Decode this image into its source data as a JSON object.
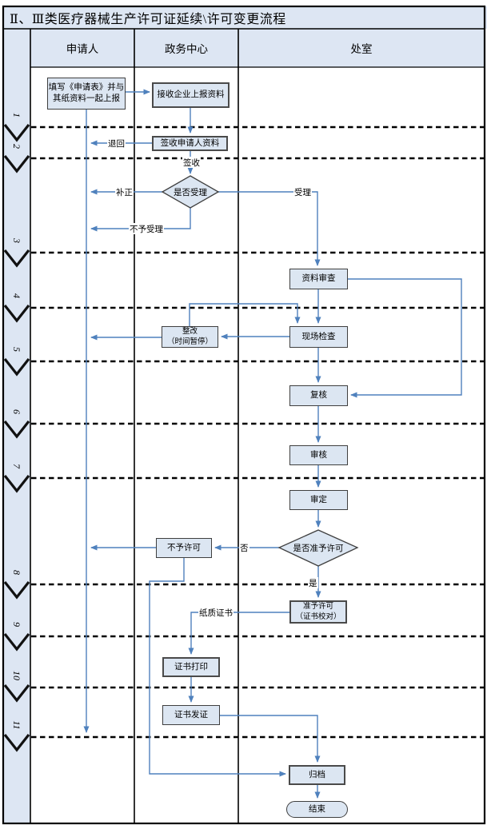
{
  "title": "Ⅱ、Ⅲ类医疗器械生产许可证延续\\许可变更流程",
  "lanes": {
    "applicant": "申请人",
    "service_center": "政务中心",
    "department": "处室"
  },
  "section_numbers": [
    "1",
    "2",
    "3",
    "4",
    "5",
    "6",
    "7",
    "8",
    "9",
    "10",
    "11"
  ],
  "nodes": {
    "apply": "填写《申请表》并与其纸资料一起上报",
    "receive": "接收企业上报资料",
    "sign_in": "签收申请人资料",
    "accept_decision": "是否受理",
    "doc_review": "资料审查",
    "rectify": "整改\n（时间暂停）",
    "site_inspection": "现场检查",
    "recheck": "复核",
    "audit": "审核",
    "final_review": "审定",
    "grant_decision": "是否准予许可",
    "deny": "不予许可",
    "grant": "准予许可\n（证书校对）",
    "print_cert": "证书打印",
    "issue_cert": "证书发证",
    "archive": "归档",
    "end": "结束"
  },
  "edge_labels": {
    "return_back": "退回",
    "sign_receipt": "签收",
    "supplement": "补正",
    "accept": "受理",
    "not_accept": "不予受理",
    "no": "否",
    "yes": "是",
    "paper_cert": "纸质证书"
  },
  "colors": {
    "connector_blue": "#4f81bd",
    "node_fill": "#dce6f2",
    "band_fill": "#dde6f3",
    "border_dark": "#3f3f3f"
  }
}
